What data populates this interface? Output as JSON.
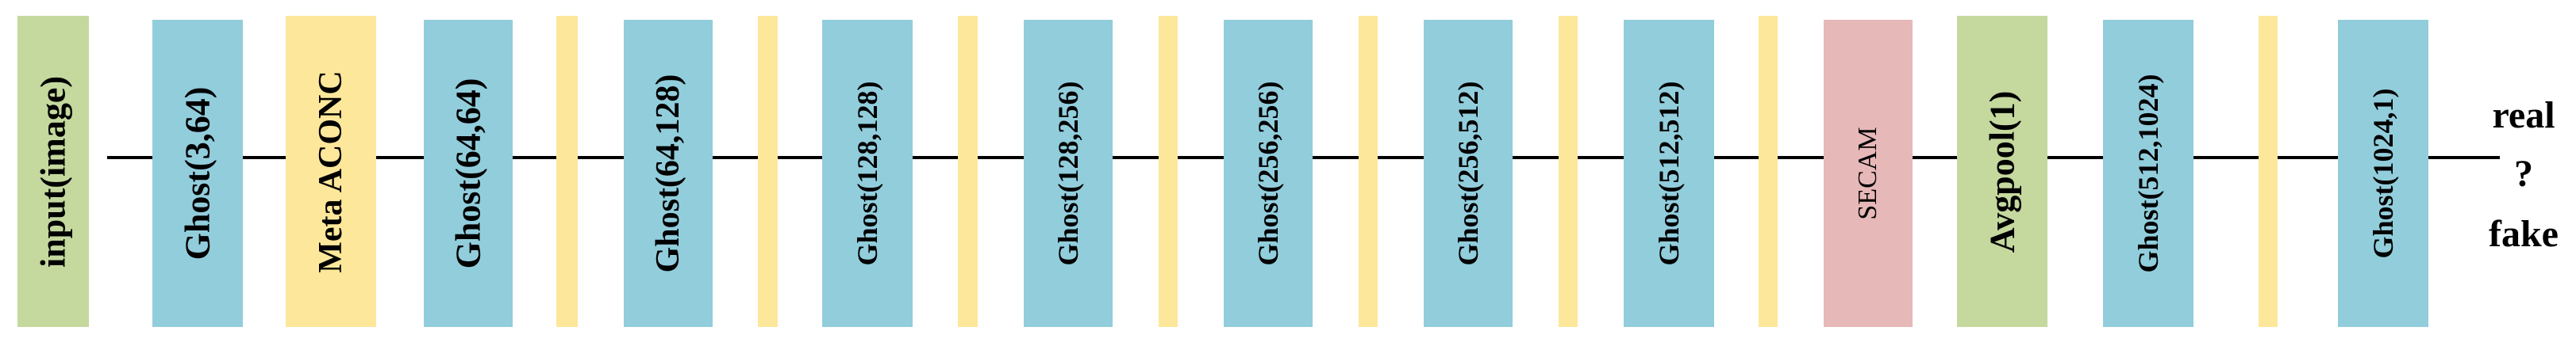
{
  "colors": {
    "green": "#c5d89e",
    "blue": "#92cddc",
    "yellow": "#fde79b",
    "pink": "#e6b8b7",
    "line": "#000000"
  },
  "blocks": [
    {
      "label": "input(image)",
      "color": "green"
    },
    {
      "label": "Ghost(3,64)",
      "color": "blue"
    },
    {
      "label": "Meta ACONC",
      "color": "yellow"
    },
    {
      "label": "Ghost(64,64)",
      "color": "blue"
    },
    {
      "label": "",
      "color": "yellow"
    },
    {
      "label": "Ghost(64,128)",
      "color": "blue"
    },
    {
      "label": "",
      "color": "yellow"
    },
    {
      "label": "Ghost(128,128)",
      "color": "blue"
    },
    {
      "label": "",
      "color": "yellow"
    },
    {
      "label": "Ghost(128,256)",
      "color": "blue"
    },
    {
      "label": "",
      "color": "yellow"
    },
    {
      "label": "Ghost(256,256)",
      "color": "blue"
    },
    {
      "label": "",
      "color": "yellow"
    },
    {
      "label": "Ghost(256,512)",
      "color": "blue"
    },
    {
      "label": "",
      "color": "yellow"
    },
    {
      "label": "Ghost(512,512)",
      "color": "blue"
    },
    {
      "label": "",
      "color": "yellow"
    },
    {
      "label": "SECAM",
      "color": "pink"
    },
    {
      "label": "Avgpool(1)",
      "color": "green"
    },
    {
      "label": "Ghost(512,1024)",
      "color": "blue"
    },
    {
      "label": "",
      "color": "yellow"
    },
    {
      "label": "Ghost(1024,1)",
      "color": "blue"
    }
  ],
  "output": {
    "line1": "real",
    "line2": "?",
    "line3": "fake"
  }
}
